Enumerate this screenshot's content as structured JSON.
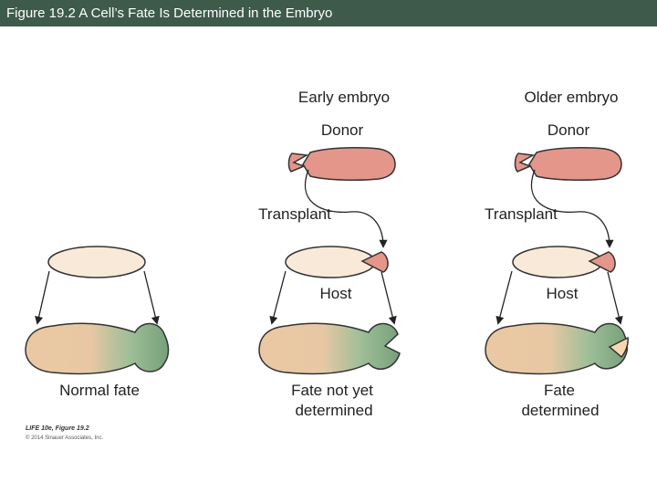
{
  "header": {
    "title": "Figure 19.2  A Cell’s Fate Is Determined in the Embryo"
  },
  "diagram": {
    "left_panel": {
      "result_label": "Normal fate"
    },
    "middle_panel": {
      "stage_label": "Early embryo",
      "donor_label": "Donor",
      "transplant_label": "Transplant",
      "host_label": "Host",
      "result_line1": "Fate not yet",
      "result_line2": "determined"
    },
    "right_panel": {
      "stage_label": "Older embryo",
      "donor_label": "Donor",
      "transplant_label": "Transplant",
      "host_label": "Host",
      "result_line1": "Fate",
      "result_line2": "determined"
    },
    "credit": {
      "line1": "LIFE 10e, Figure 19.2",
      "line2": "© 2014 Sinauer Associates, Inc."
    },
    "colors": {
      "title_bar": "#3d5a4a",
      "donor": "#e4968a",
      "egg": "#f9e9d8",
      "body_tan": "#eac8a3",
      "head_green": "#7fa37f"
    }
  }
}
